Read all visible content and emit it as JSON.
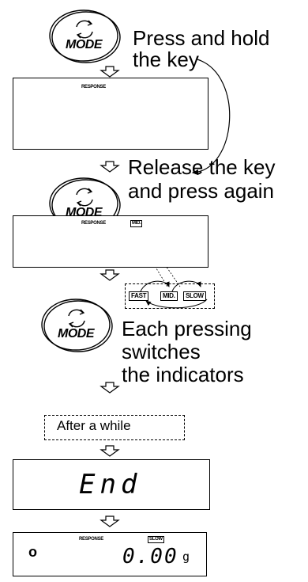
{
  "key_label": "MODE",
  "step1": {
    "line1": "Press and hold",
    "line2": "the key",
    "display_label": "RESPONSE"
  },
  "step2": {
    "line1": "Release the key",
    "line2": "and press again",
    "display_label": "RESPONSE",
    "indicator": "MID."
  },
  "step3": {
    "indicators": [
      "FAST",
      "MID.",
      "SLOW"
    ],
    "line1": "Each pressing",
    "line2": "switches",
    "line3": "the indicators"
  },
  "after": "After a while",
  "end_display": "End",
  "final": {
    "label": "RESPONSE",
    "indicator": "SLOW",
    "reading": "0.00",
    "unit": "g",
    "stable_mark": "o"
  }
}
